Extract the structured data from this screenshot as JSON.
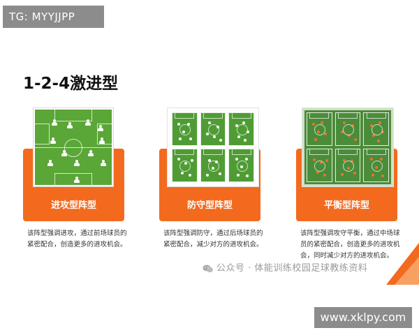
{
  "tg_label": "TG: MYYJJPP",
  "heading": "1-2-4激进型",
  "cards": [
    {
      "label": "进攻型阵型",
      "description": "该阵型强调进攻，通过前场球员的紧密配合，创造更多的进攻机会。"
    },
    {
      "label": "防守型阵型",
      "description": "该阵型强调防守，通过后场球员的紧密配合，减少对方的进攻机会。"
    },
    {
      "label": "平衡型阵型",
      "description": "该阵型强调攻守平衡，通过中场球员的紧密配合，创造更多的进攻机会，同时减少对方的进攻机会。"
    }
  ],
  "watermark": "公众号 · 体能训练校园足球教练资料",
  "site_label": "www.xklpy.com",
  "colors": {
    "accent_orange": "#f36a1e",
    "pitch_green": "#5aa637",
    "badge_gray": "#8c8c8c"
  },
  "icons": {
    "watermark_icon": "wechat-icon"
  }
}
